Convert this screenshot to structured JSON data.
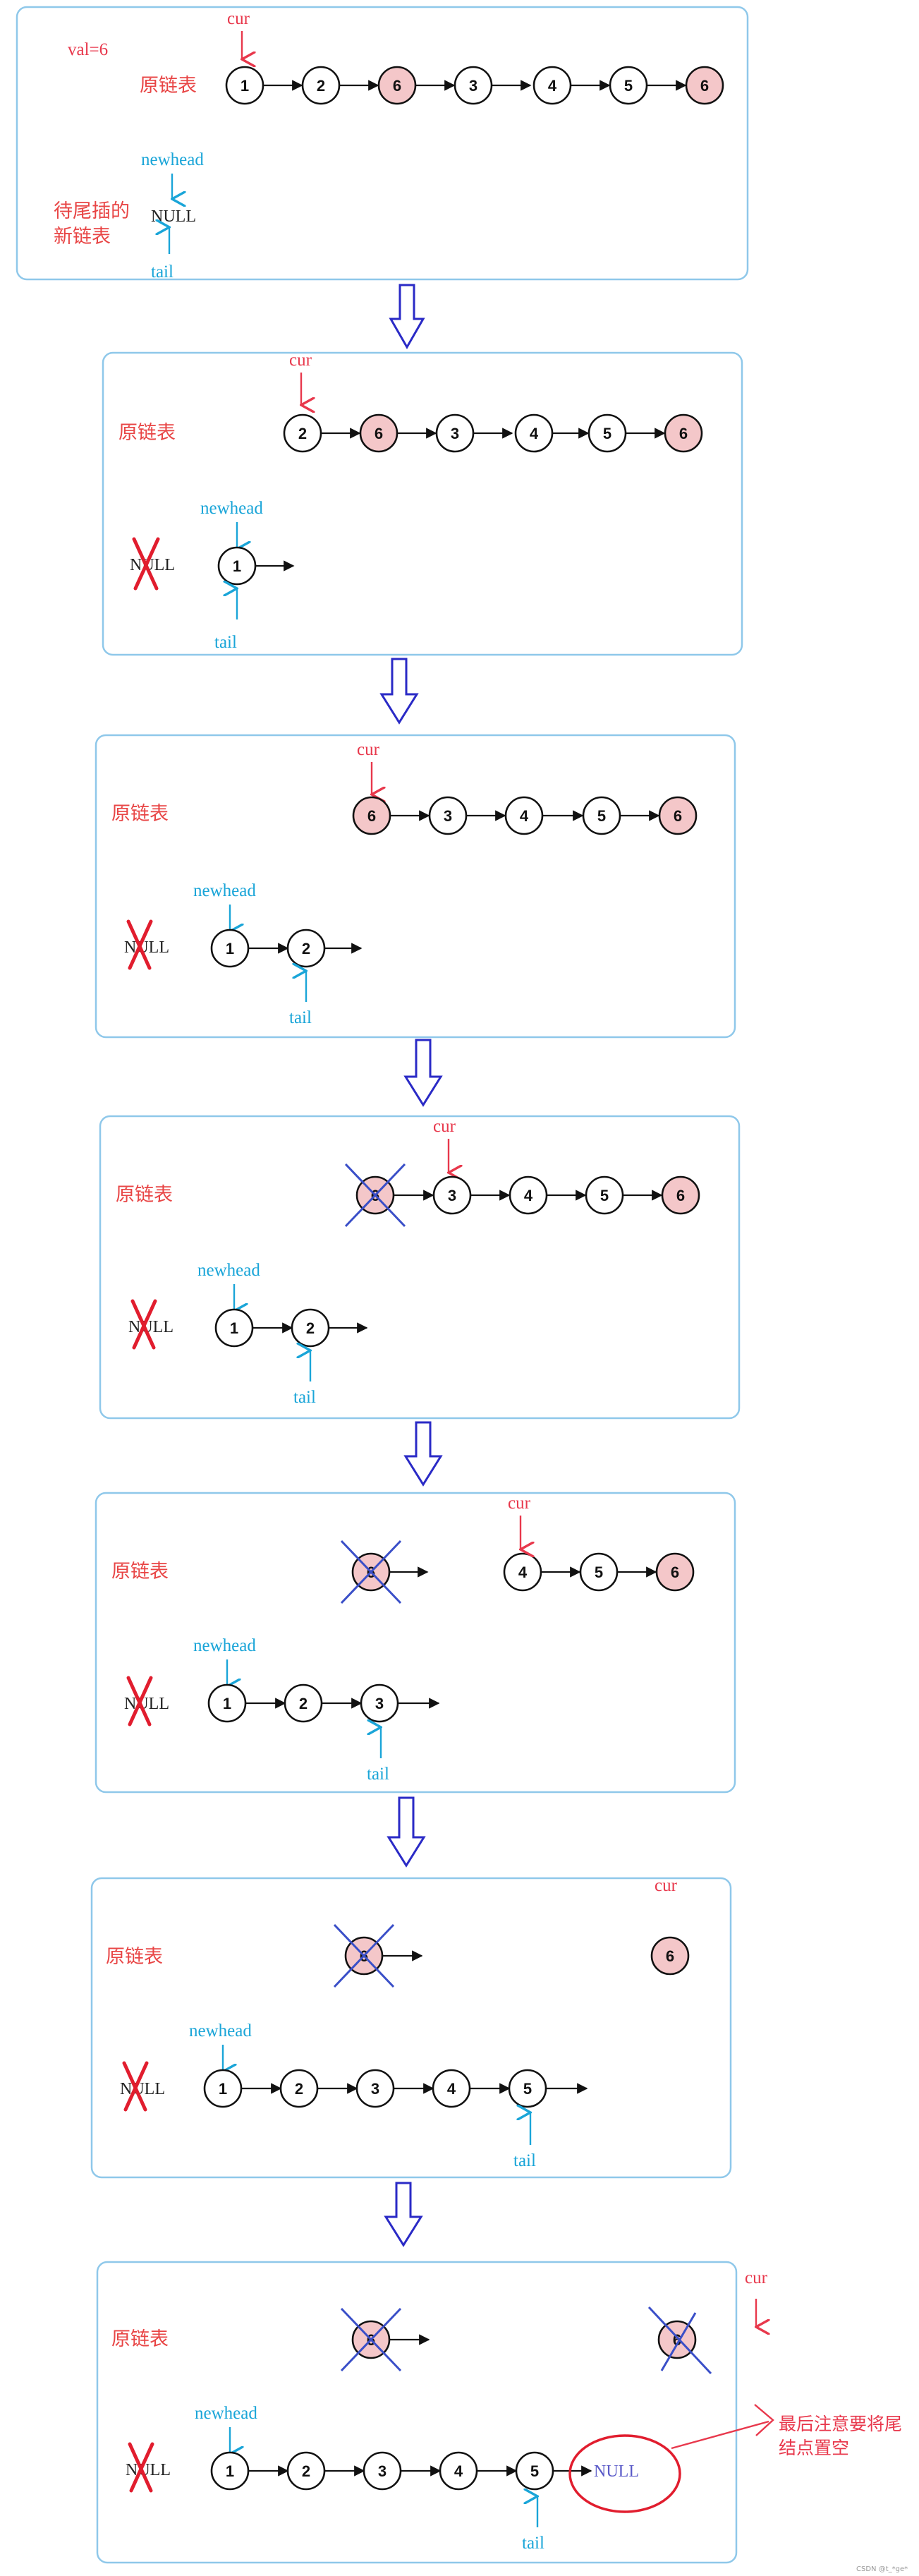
{
  "val_label": "val=6",
  "orig_label": "原链表",
  "tail_list_label": [
    "待尾插的",
    "新链表"
  ],
  "cur_label": "cur",
  "newhead_label": "newhead",
  "tail_label": "tail",
  "null_label": "NULL",
  "final_note": [
    "最后注意要将尾",
    "结点置空"
  ],
  "watermark": "CSDN @t_*ge*",
  "colors": {
    "frame": "#8fc8ea",
    "highlight": "#f4c7c9",
    "red": "#e8384c",
    "blue": "#1aa5d8",
    "flow_arrow": "#2a2ac6"
  },
  "steps": [
    {
      "original": [
        "1",
        "2",
        "6",
        "3",
        "4",
        "5",
        "6"
      ],
      "highlighted": [
        "6"
      ],
      "removed": [],
      "cur_at": "1",
      "new_list": [],
      "null_crossed": false,
      "new_list_next_arrow": false
    },
    {
      "original": [
        "2",
        "6",
        "3",
        "4",
        "5",
        "6"
      ],
      "highlighted": [
        "6"
      ],
      "removed": [],
      "cur_at": "2",
      "new_list": [
        "1"
      ],
      "null_crossed": true,
      "new_list_next_arrow": true
    },
    {
      "original": [
        "6",
        "3",
        "4",
        "5",
        "6"
      ],
      "highlighted": [
        "6"
      ],
      "removed": [],
      "cur_at": "6",
      "new_list": [
        "1",
        "2"
      ],
      "null_crossed": true,
      "new_list_next_arrow": true
    },
    {
      "original": [
        "6",
        "3",
        "4",
        "5",
        "6"
      ],
      "highlighted": [
        "6"
      ],
      "removed": [
        "6"
      ],
      "cur_at": "3",
      "new_list": [
        "1",
        "2"
      ],
      "null_crossed": true,
      "new_list_next_arrow": true
    },
    {
      "original": [
        "6",
        "4",
        "5",
        "6"
      ],
      "highlighted": [
        "6"
      ],
      "removed": [
        "6"
      ],
      "cur_at": "4",
      "new_list": [
        "1",
        "2",
        "3"
      ],
      "null_crossed": true,
      "new_list_next_arrow": true
    },
    {
      "original": [
        "6",
        "6"
      ],
      "highlighted": [
        "6"
      ],
      "removed": [
        "6"
      ],
      "cur_at": "6",
      "new_list": [
        "1",
        "2",
        "3",
        "4",
        "5"
      ],
      "null_crossed": true,
      "new_list_next_arrow": true
    },
    {
      "original": [
        "6",
        "6"
      ],
      "highlighted": [
        "6"
      ],
      "removed": [
        "6",
        "6"
      ],
      "cur_at": "end",
      "new_list": [
        "1",
        "2",
        "3",
        "4",
        "5"
      ],
      "null_crossed": true,
      "new_list_next_arrow": false,
      "tail_next": "NULL"
    }
  ]
}
